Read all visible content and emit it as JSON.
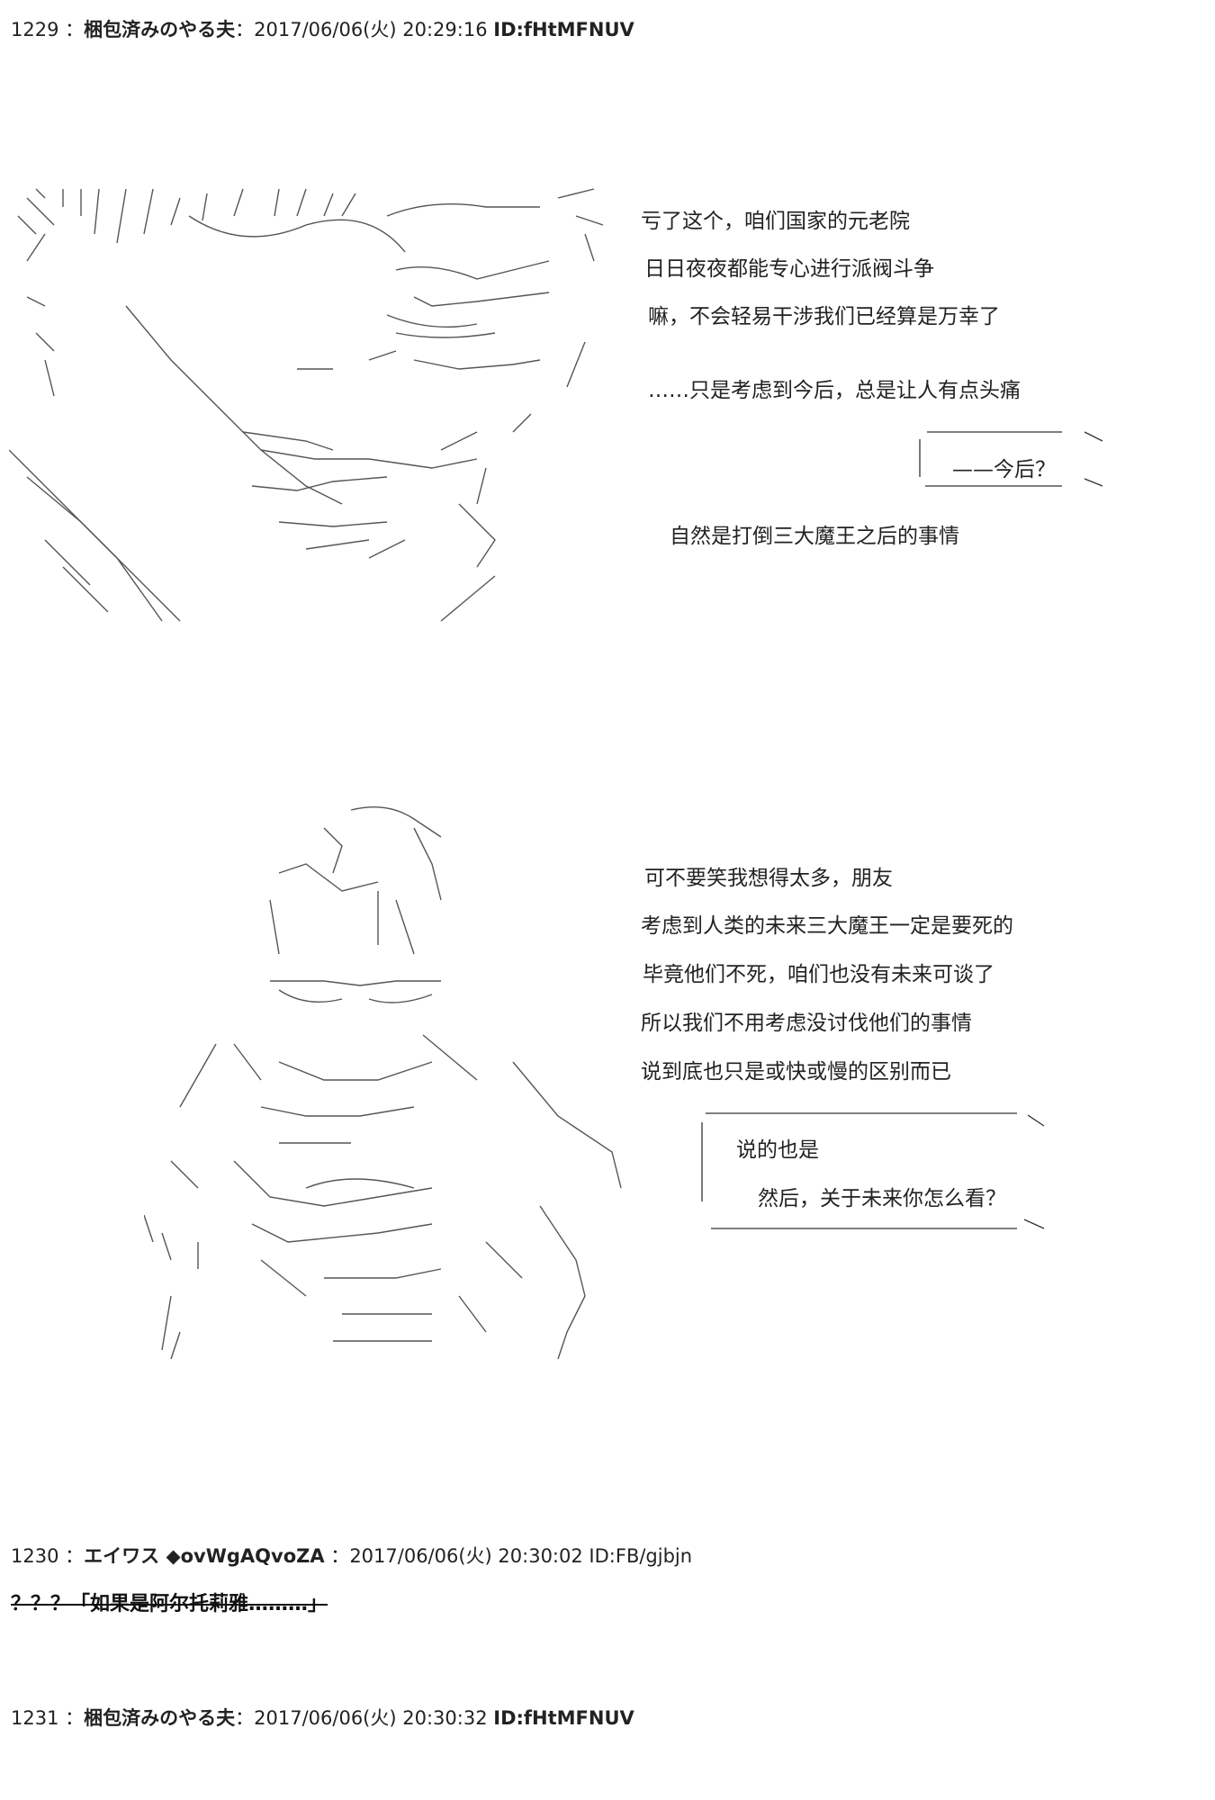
{
  "posts": [
    {
      "number": "1229",
      "name": "梱包済みのやる夫",
      "datetime": "2017/06/06(火) 20:29:16",
      "id": "ID:fHtMFNUV"
    },
    {
      "number": "1230",
      "name": "エイワス ◆ovWgAQvoZA",
      "datetime": "2017/06/06(火) 20:30:02",
      "id": "ID:FB/gjbjn",
      "body": "？？？「如果是阿尔托莉雅………」"
    },
    {
      "number": "1231",
      "name": "梱包済みのやる夫",
      "datetime": "2017/06/06(火) 20:30:32",
      "id": "ID:fHtMFNUV"
    }
  ],
  "panel1": {
    "lines": [
      "亏了这个，咱们国家的元老院",
      "日日夜夜都能专心进行派阀斗争",
      "嘛，不会轻易干涉我们已经算是万幸了",
      "……只是考虑到今后，总是让人有点头痛"
    ],
    "bubble": "——今后？",
    "closing": "自然是打倒三大魔王之后的事情"
  },
  "panel2": {
    "lines": [
      "可不要笑我想得太多，朋友",
      "考虑到人类的未来三大魔王一定是要死的",
      "毕竟他们不死，咱们也没有未来可谈了",
      "所以我们不用考虑没讨伐他们的事情",
      "说到底也只是或快或慢的区别而已"
    ],
    "bubble_line1": "说的也是",
    "bubble_line2": "然后，关于未来你怎么看？"
  }
}
